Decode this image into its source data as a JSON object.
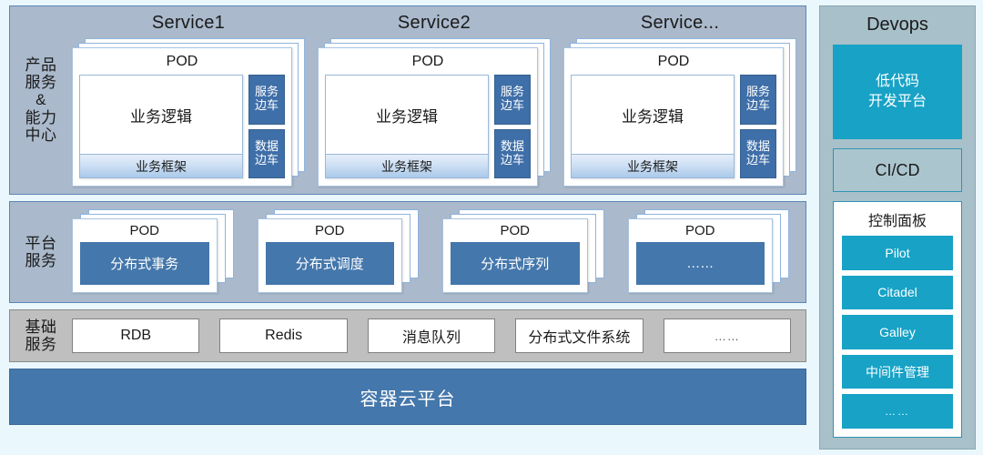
{
  "bands": {
    "services": {
      "label": "产品\n服务\n&\n能力\n中心",
      "label_lines": [
        "产品",
        "服务",
        "&",
        "能力",
        "中心"
      ],
      "columns": [
        {
          "title": "Service1",
          "pod_title": "POD",
          "business_logic": "业务逻辑",
          "business_framework": "业务框架",
          "sidecars": [
            "服务\n边车",
            "数据\n边车"
          ],
          "sidecar_service": "服务边车",
          "sidecar_data": "数据边车"
        },
        {
          "title": "Service2",
          "pod_title": "POD",
          "business_logic": "业务逻辑",
          "business_framework": "业务框架",
          "sidecar_service": "服务边车",
          "sidecar_data": "数据边车"
        },
        {
          "title": "Service...",
          "pod_title": "POD",
          "business_logic": "业务逻辑",
          "business_framework": "业务框架",
          "sidecar_service": "服务边车",
          "sidecar_data": "数据边车"
        }
      ]
    },
    "platform": {
      "label_lines": [
        "平台",
        "服务"
      ],
      "columns": [
        {
          "pod_title": "POD",
          "value": "分布式事务"
        },
        {
          "pod_title": "POD",
          "value": "分布式调度"
        },
        {
          "pod_title": "POD",
          "value": "分布式序列"
        },
        {
          "pod_title": "POD",
          "value": "……"
        }
      ]
    },
    "infrastructure": {
      "label_lines": [
        "基础",
        "服务"
      ],
      "items": [
        "RDB",
        "Redis",
        "消息队列",
        "分布式文件系统",
        "……"
      ]
    },
    "container_cloud": {
      "label": "容器云平台"
    }
  },
  "devops": {
    "title": "Devops",
    "lowcode": "低代码\n开发平台",
    "lowcode_line1": "低代码",
    "lowcode_line2": "开发平台",
    "cicd": "CI/CD",
    "control_panel": {
      "title": "控制面板",
      "items": [
        "Pilot",
        "Citadel",
        "Galley",
        "中间件管理",
        "……"
      ]
    }
  },
  "colors": {
    "page_background": "#eaf7fc",
    "band_background": "#aab9cb",
    "band_border": "#5b86b9",
    "infra_background": "#bfbfbf",
    "primary_blue": "#4477ab",
    "sidecar_blue": "#3f6fa8",
    "cyan_accent": "#17a2c6",
    "devops_background": "#a8c0ca",
    "card_white": "#ffffff"
  }
}
